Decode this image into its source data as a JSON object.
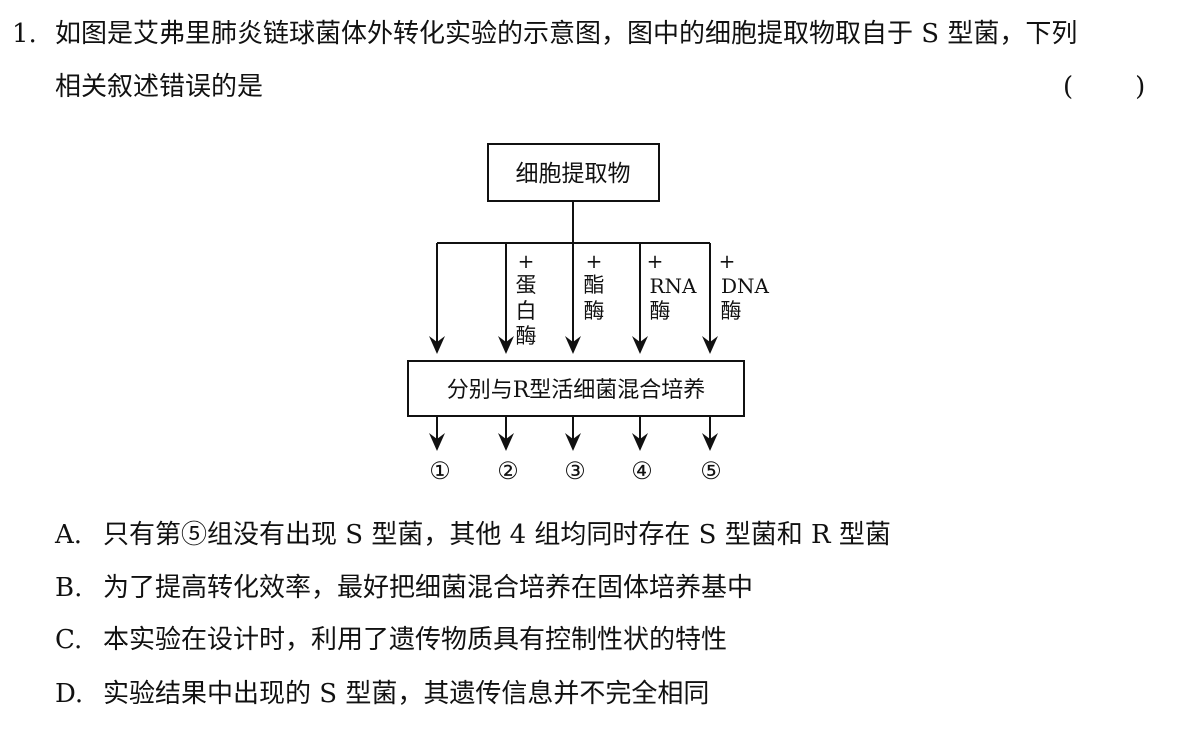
{
  "question": {
    "number": "1.",
    "stem_line1": "如图是艾弗里肺炎链球菌体外转化实验的示意图，图中的细胞提取物取自于 S 型菌，下列",
    "stem_line2": "相关叙述错误的是",
    "bracket_open": "(",
    "bracket_close": ")"
  },
  "diagram": {
    "top_box": "细胞提取物",
    "bottom_box": "分别与R型活细菌混合培养",
    "treatments": [
      {
        "plus": "+",
        "lines": [
          "蛋",
          "白",
          "酶"
        ]
      },
      {
        "plus": "+",
        "lines": [
          "酯",
          "酶"
        ]
      },
      {
        "plus": "+",
        "lines": [
          "RNA",
          "酶"
        ]
      },
      {
        "plus": "+",
        "lines": [
          "DNA",
          "酶"
        ]
      }
    ],
    "results": [
      "①",
      "②",
      "③",
      "④",
      "⑤"
    ]
  },
  "options": [
    {
      "letter": "A.",
      "text": "只有第⑤组没有出现 S 型菌，其他 4 组均同时存在 S 型菌和 R 型菌"
    },
    {
      "letter": "B.",
      "text": "为了提高转化效率，最好把细菌混合培养在固体培养基中"
    },
    {
      "letter": "C.",
      "text": "本实验在设计时，利用了遗传物质具有控制性状的特性"
    },
    {
      "letter": "D.",
      "text": "实验结果中出现的 S 型菌，其遗传信息并不完全相同"
    }
  ]
}
